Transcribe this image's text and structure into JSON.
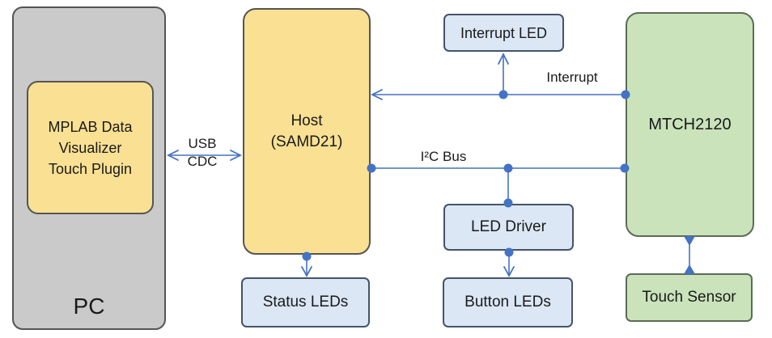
{
  "diagram": {
    "nodes": {
      "pc": {
        "label": "PC"
      },
      "mplab_plugin": {
        "lines": [
          "MPLAB Data",
          "Visualizer",
          "Touch Plugin"
        ]
      },
      "host": {
        "lines": [
          "Host",
          "(SAMD21)"
        ]
      },
      "interrupt_led": {
        "label": "Interrupt LED"
      },
      "mtch2120": {
        "label": "MTCH2120"
      },
      "led_driver": {
        "label": "LED Driver"
      },
      "status_leds": {
        "label": "Status LEDs"
      },
      "button_leds": {
        "label": "Button LEDs"
      },
      "touch_sensor": {
        "label": "Touch Sensor"
      }
    },
    "connections": {
      "usb_cdc": {
        "lines": [
          "USB",
          "CDC"
        ]
      },
      "interrupt": {
        "label": "Interrupt"
      },
      "i2c": {
        "label": "I²C Bus"
      }
    }
  },
  "theme": {
    "box-gray": "#CACACA",
    "box-yellow": "#F9E093",
    "box-blue": "#DBE7F5",
    "box-green": "#CAE3BB",
    "border-dark": "#555555",
    "border-blue": "#44546A",
    "border-green": "#5D6B57",
    "connector-blue": "#4472C4",
    "text": "#1A1A1A",
    "background": "#FFFFFF"
  }
}
